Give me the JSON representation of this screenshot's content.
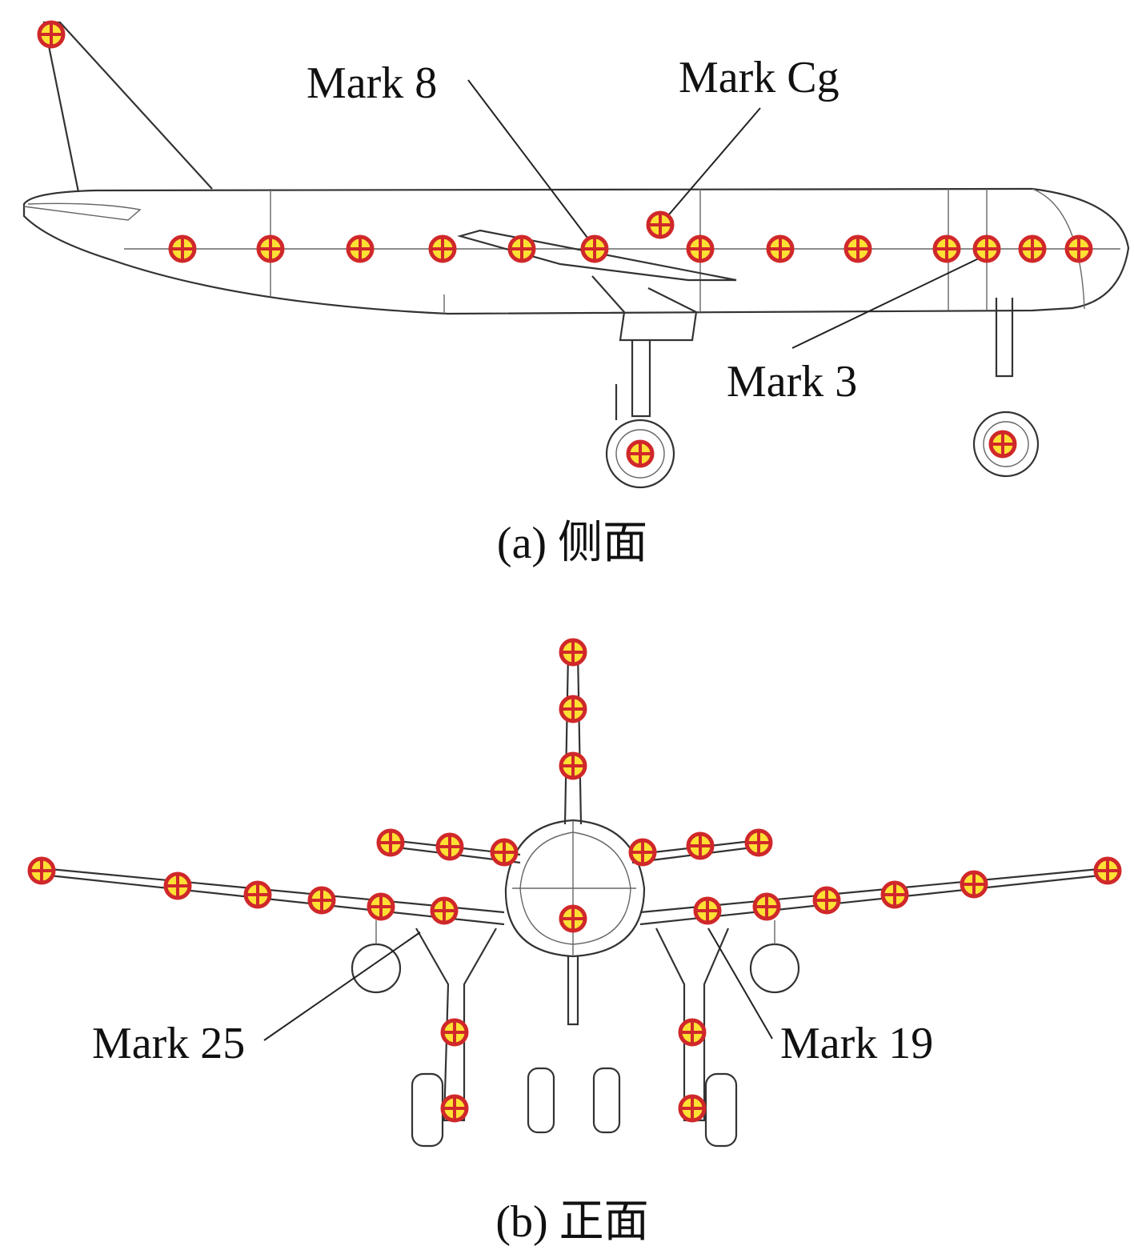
{
  "side_view": {
    "caption": "(a) 侧面",
    "labels": {
      "mark8": "Mark 8",
      "markcg": "Mark Cg",
      "mark3": "Mark 3"
    }
  },
  "front_view": {
    "caption": "(b) 正面",
    "labels": {
      "mark25": "Mark 25",
      "mark19": "Mark 19"
    }
  },
  "colors": {
    "marker_ring": "#d0282a",
    "marker_fill": "#ffe033"
  }
}
